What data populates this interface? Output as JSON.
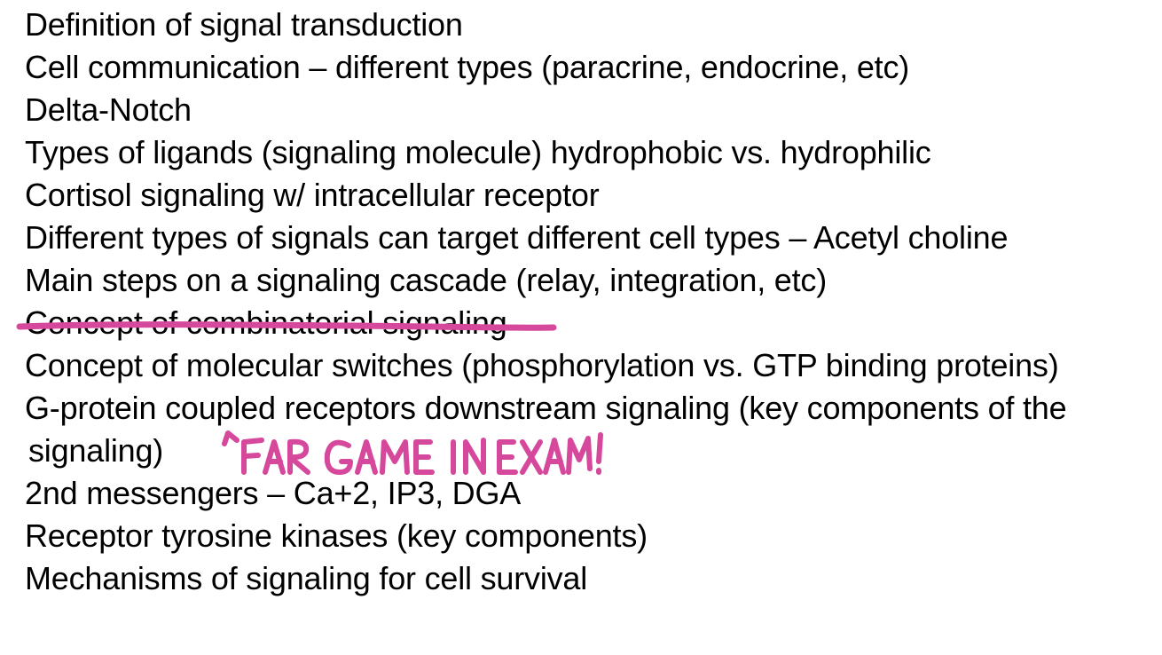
{
  "topics": [
    "Definition of signal transduction",
    "Cell communication – different types (paracrine, endocrine, etc)",
    "Delta-Notch",
    "Types of ligands (signaling molecule) hydrophobic vs. hydrophilic",
    "Cortisol signaling w/ intracellular receptor",
    "Different types of signals can target different cell types – Acetyl choline",
    "Main steps on a signaling cascade (relay, integration, etc)",
    "Concept of combinatorial signaling",
    "Concept of molecular switches (phosphorylation vs. GTP binding proteins)",
    "G-protein coupled receptors downstream signaling (key components of the",
    "signaling)",
    "2nd messengers – Ca+2, IP3, DGA",
    "Receptor tyrosine kinases (key components)",
    "Mechanisms of signaling for cell survival"
  ],
  "annotation": {
    "handwritten_note": "FAR GAME IN EXAM!",
    "struck_topic_index": 7,
    "ink_color": "#d6489b"
  }
}
